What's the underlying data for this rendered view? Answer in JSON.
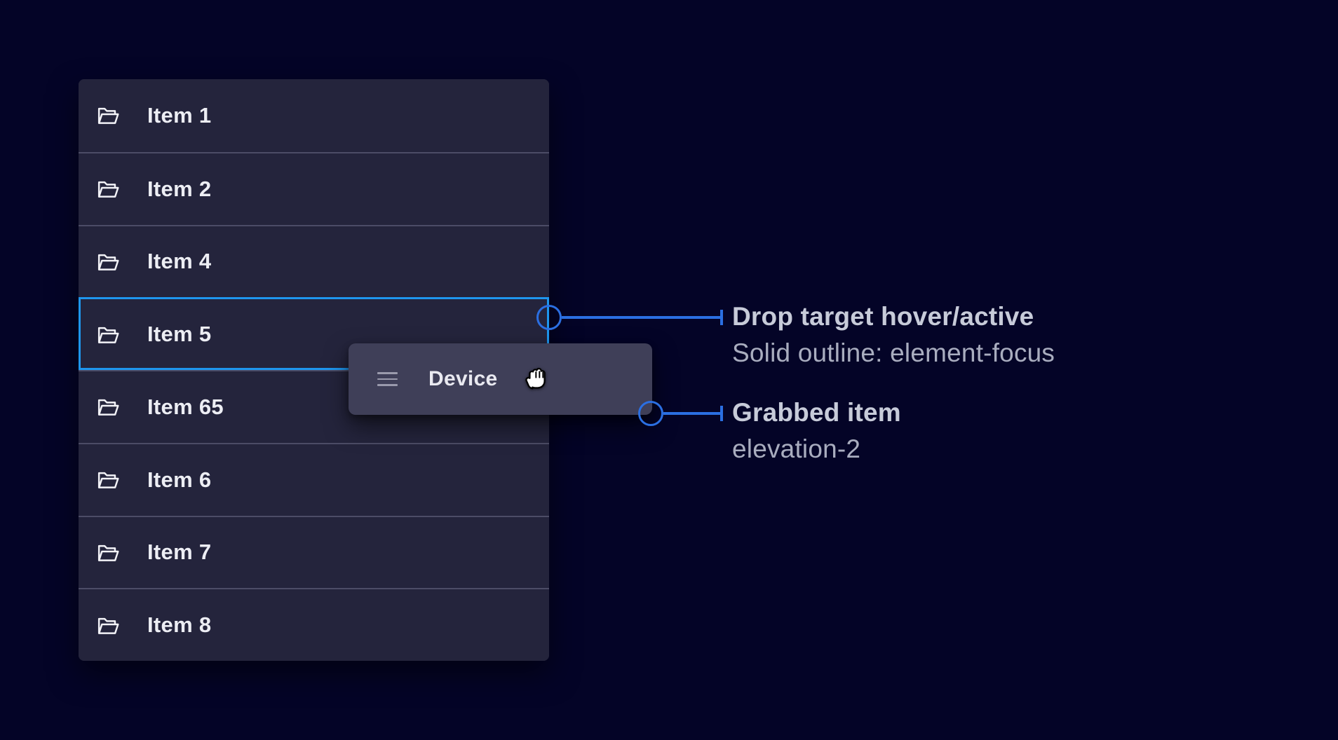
{
  "colors": {
    "background": "#040427",
    "row_background": "#24243C",
    "row_divider": "#4C4C66",
    "dragged_card_background": "#3F3F58",
    "focus_outline_blue": "#1E96EE",
    "callout_blue": "#2B6FE2",
    "item_text": "#EDEEF4",
    "annotation_title_text": "#C7CBD9",
    "annotation_subtitle_text": "#A9ADBF"
  },
  "list": {
    "items": [
      {
        "label": "Item 1",
        "icon": "folder-icon"
      },
      {
        "label": "Item 2",
        "icon": "folder-icon"
      },
      {
        "label": "Item 4",
        "icon": "folder-icon"
      },
      {
        "label": "Item 5",
        "icon": "folder-icon",
        "state": "drop-target-hover-active"
      },
      {
        "label": "Item 65",
        "icon": "folder-icon"
      },
      {
        "label": "Item 6",
        "icon": "folder-icon"
      },
      {
        "label": "Item 7",
        "icon": "folder-icon"
      },
      {
        "label": "Item 8",
        "icon": "folder-icon"
      }
    ]
  },
  "dragged_item": {
    "label": "Device",
    "icons": [
      "drag-handle-icon",
      "grabbing-hand-cursor"
    ],
    "elevation": "elevation-2"
  },
  "callouts": [
    {
      "title": "Drop target hover/active",
      "subtitle": "Solid outline: element-focus"
    },
    {
      "title": "Grabbed item",
      "subtitle": "elevation-2"
    }
  ]
}
